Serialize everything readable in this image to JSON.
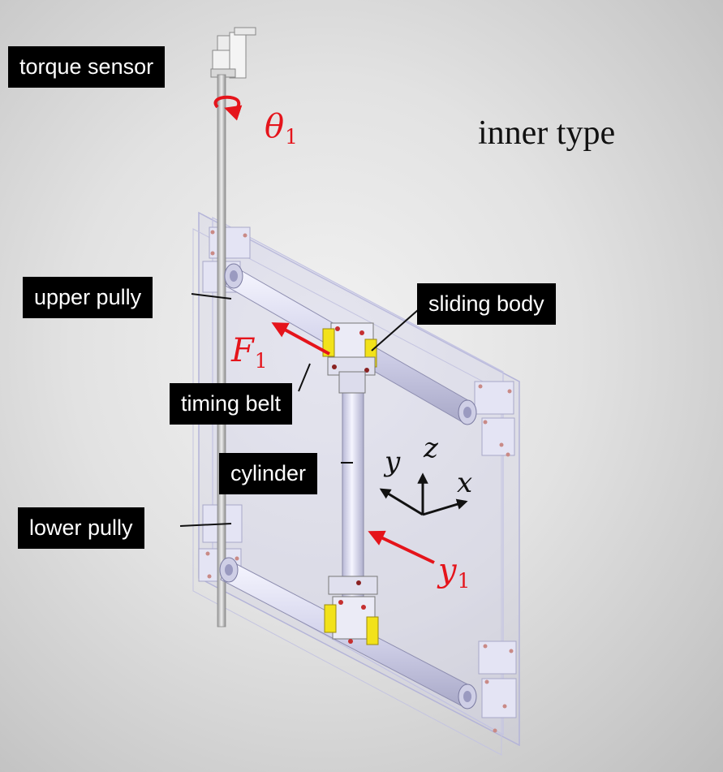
{
  "title": "inner type",
  "labels": {
    "torque_sensor": "torque sensor",
    "upper_pully": "upper pully",
    "sliding_body": "sliding body",
    "timing_belt": "timing belt",
    "cylinder": "cylinder",
    "lower_pully": "lower pully"
  },
  "symbols": {
    "theta1": "θ",
    "theta1_sub": "1",
    "f1": "F",
    "f1_sub": "1",
    "y1": "y",
    "y1_sub": "1",
    "axis_y": "y",
    "axis_z": "z",
    "axis_x": "x"
  },
  "colors": {
    "annotation_red": "#e5141b",
    "label_background": "#000000",
    "bracket_yellow": "#f2e21a",
    "frame_tint": "#c9c9ea"
  }
}
